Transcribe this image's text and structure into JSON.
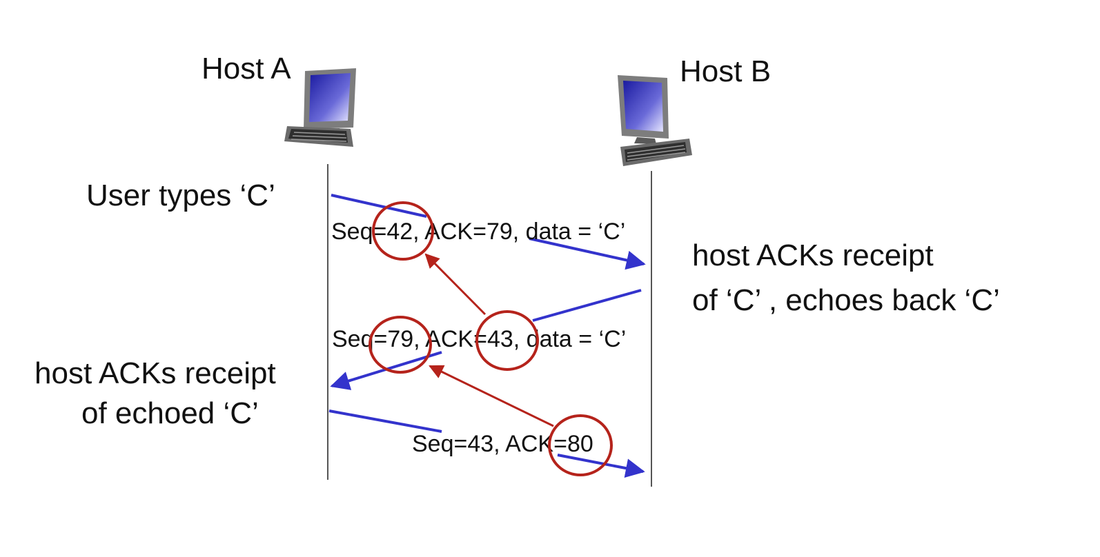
{
  "hosts": {
    "a": {
      "label": "Host A"
    },
    "b": {
      "label": "Host B"
    }
  },
  "events": {
    "user_types": "User types ‘C’",
    "b_acks_line1": "host ACKs receipt",
    "b_acks_line2": "of ‘C’ , echoes back ‘C’",
    "a_acks_line1": "host ACKs receipt",
    "a_acks_line2": "of echoed ‘C’"
  },
  "segments": [
    {
      "text": "Seq=42, ACK=79, data = ‘C’",
      "direction": "A→B"
    },
    {
      "text": "Seq=79, ACK=43, data = ‘C’",
      "direction": "B→A"
    },
    {
      "text": "Seq=43, ACK=80",
      "direction": "A→B"
    }
  ],
  "colors": {
    "segment_arrow": "#3333cc",
    "highlight": "#b5231b",
    "timeline": "#555555"
  }
}
